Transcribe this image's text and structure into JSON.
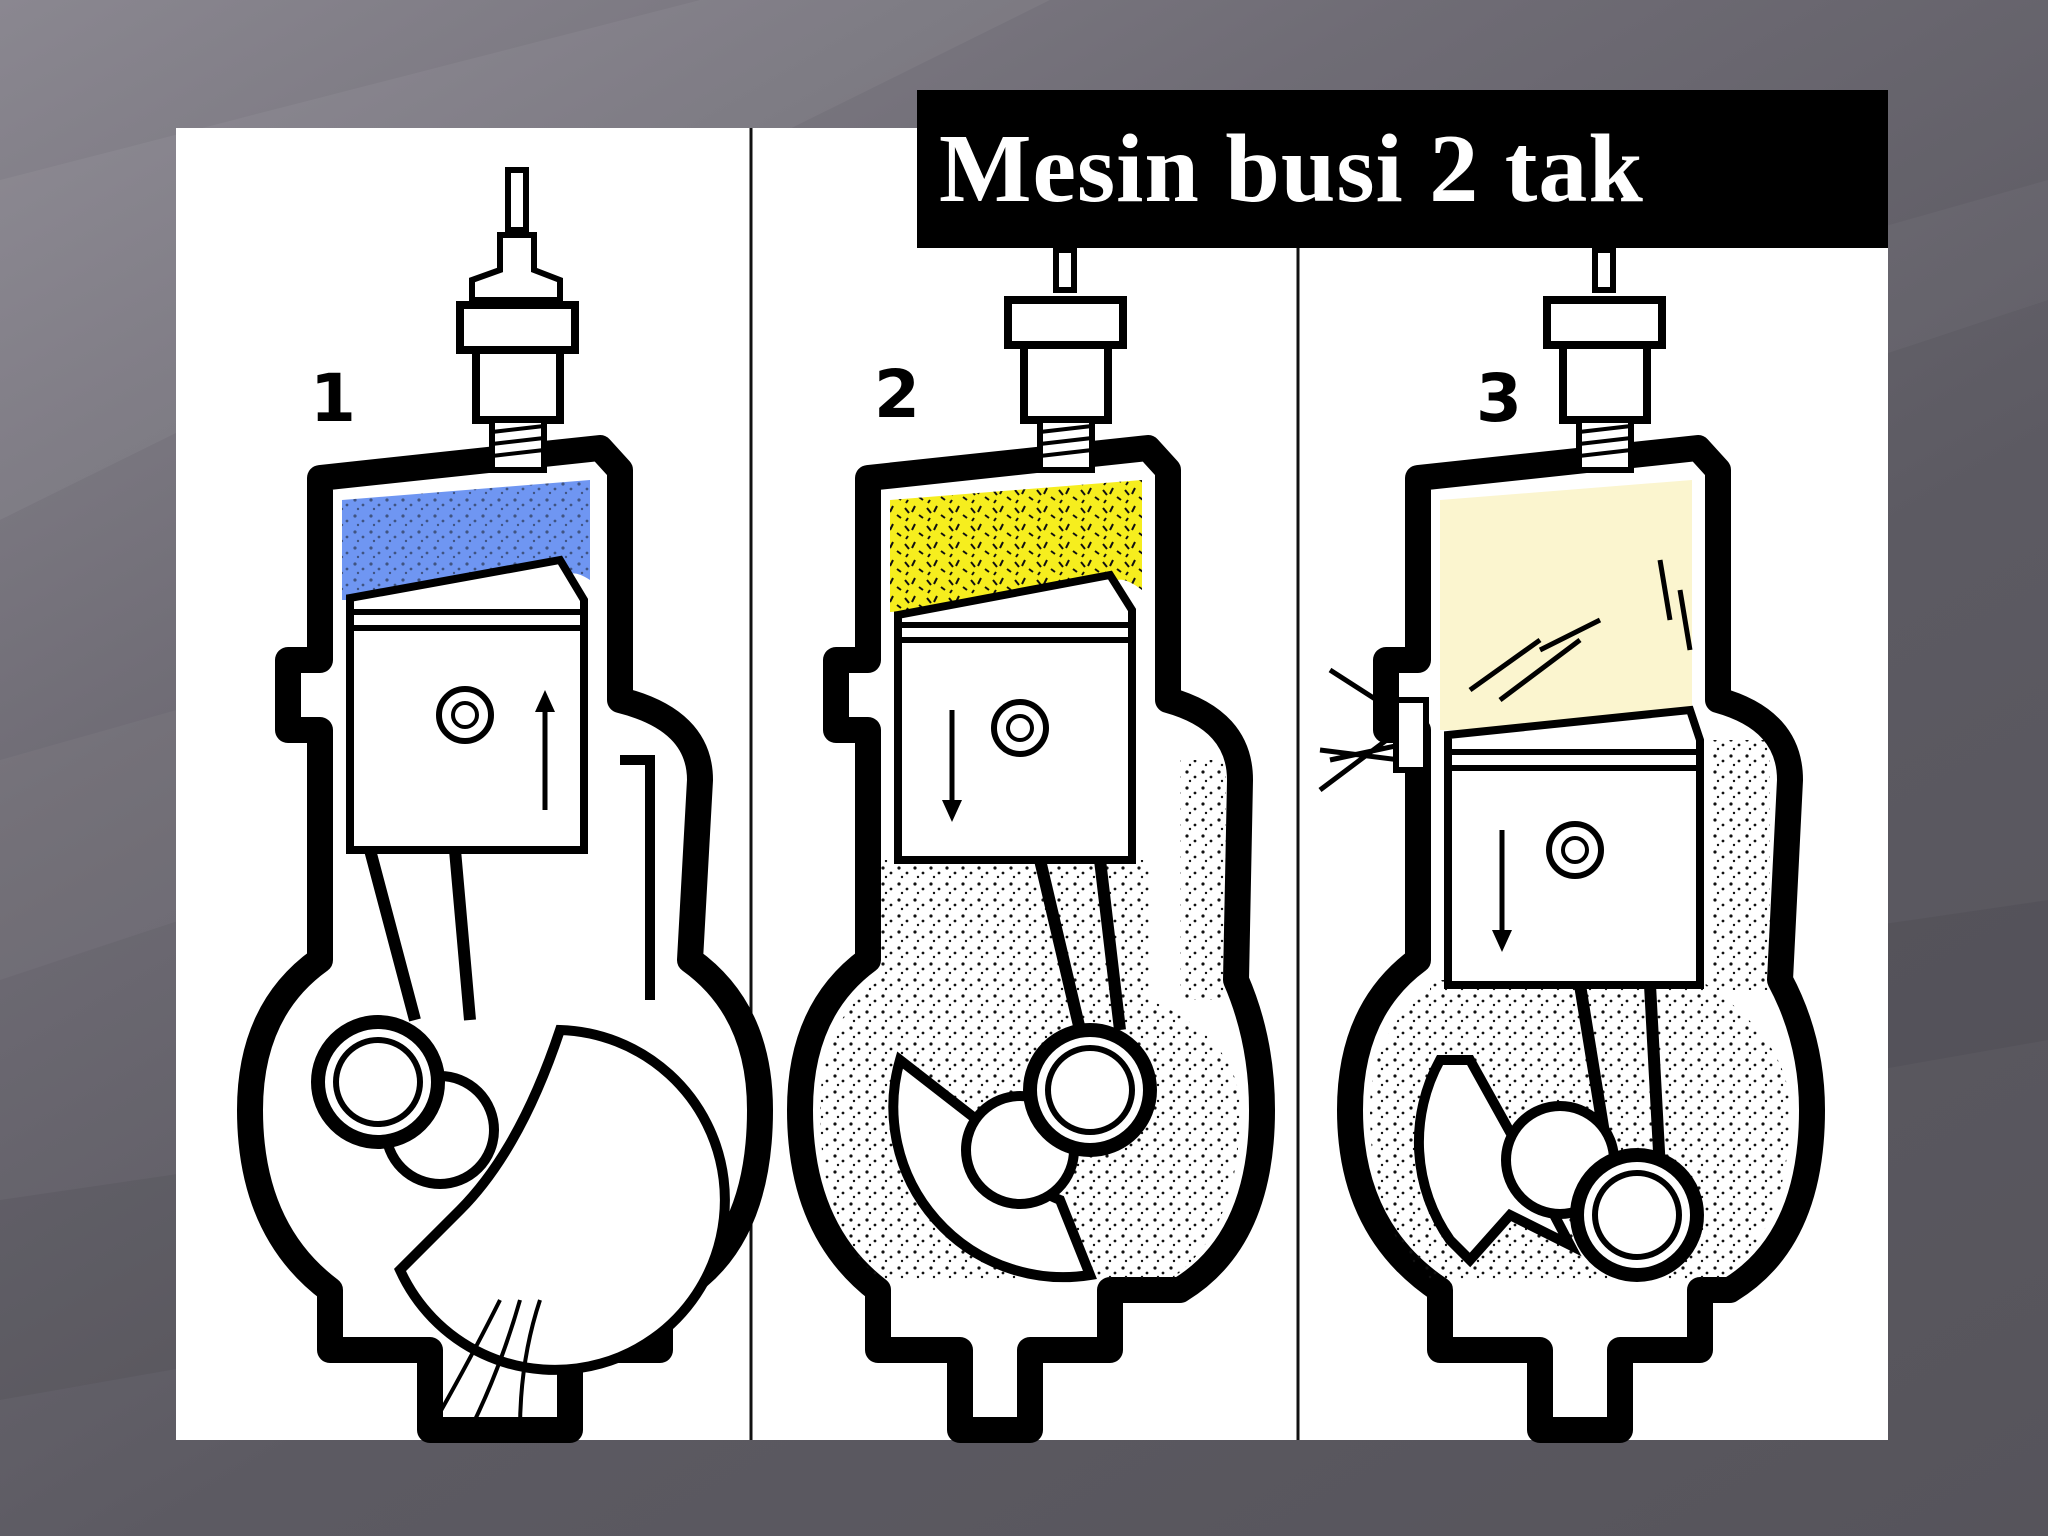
{
  "title": "Mesin busi 2 tak",
  "stages": [
    {
      "label": "1",
      "charge_color": "#6f96f2",
      "piston_direction": "up"
    },
    {
      "label": "2",
      "charge_color": "#f6ee1e",
      "piston_direction": "down"
    },
    {
      "label": "3",
      "charge_color": "#fbf5cf",
      "piston_direction": "down"
    }
  ],
  "colors": {
    "background": "#67656c",
    "board": "#ffffff",
    "title_bg": "#000000",
    "title_text": "#ffffff"
  },
  "icons": [
    "spark-plug-icon",
    "piston-icon",
    "crankshaft-icon",
    "arrow-up-icon",
    "arrow-down-icon"
  ]
}
